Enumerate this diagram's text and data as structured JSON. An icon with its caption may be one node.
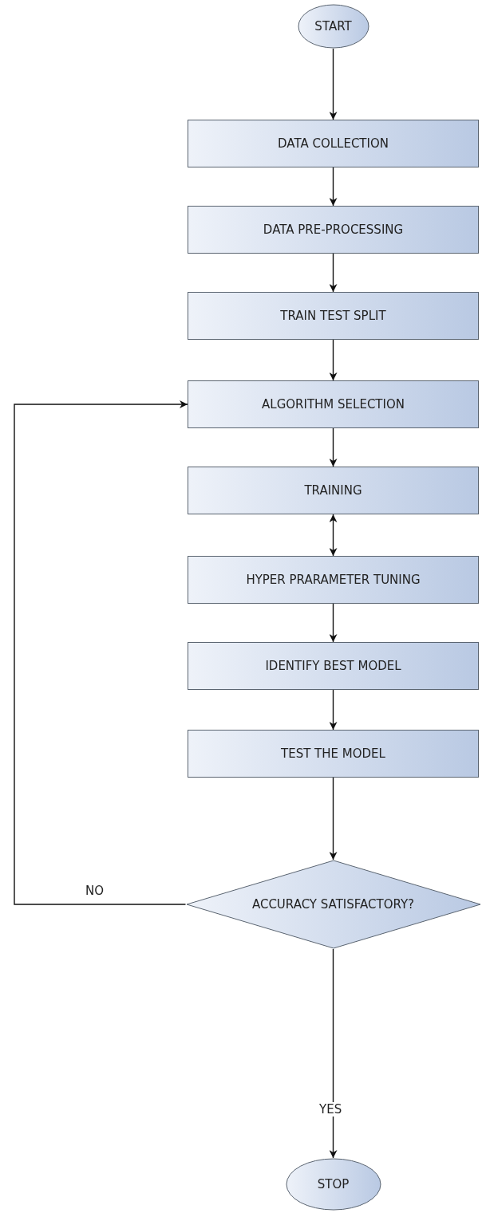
{
  "diagram": {
    "nodes": [
      {
        "text": [
          "START"
        ]
      },
      {
        "text": [
          "DATA COLLECTION"
        ]
      },
      {
        "text": [
          "DATA PRE-PROCESSING"
        ]
      },
      {
        "text": [
          "TRAIN TEST SPLIT"
        ]
      },
      {
        "text": [
          "ALGORITHM SELECTION"
        ]
      },
      {
        "text": [
          "TRAINING"
        ]
      },
      {
        "text": [
          "HYPER PRARAMETER TUNING"
        ]
      },
      {
        "text": [
          "IDENTIFY BEST MODEL"
        ]
      },
      {
        "text": [
          "TEST THE MODEL"
        ]
      },
      {
        "text": [
          "ACCURACY SATISFACTORY?"
        ]
      },
      {
        "text": [
          "STOP"
        ]
      }
    ],
    "edges": [
      {
        "from": 0,
        "to": 1,
        "arrow": "to"
      },
      {
        "from": 1,
        "to": 2,
        "arrow": "to"
      },
      {
        "from": 2,
        "to": 3,
        "arrow": "to"
      },
      {
        "from": 3,
        "to": 4,
        "arrow": "to"
      },
      {
        "from": 4,
        "to": 5,
        "arrow": "to"
      },
      {
        "from": 5,
        "to": 6,
        "arrow": "both"
      },
      {
        "from": 6,
        "to": 7,
        "arrow": "to"
      },
      {
        "from": 7,
        "to": 8,
        "arrow": "to"
      },
      {
        "from": 8,
        "to": 9,
        "arrow": "to"
      },
      {
        "from": 9,
        "to": 4,
        "arrow": "to",
        "label": "NO"
      },
      {
        "from": 9,
        "to": 10,
        "arrow": "to",
        "label": "YES"
      }
    ]
  }
}
